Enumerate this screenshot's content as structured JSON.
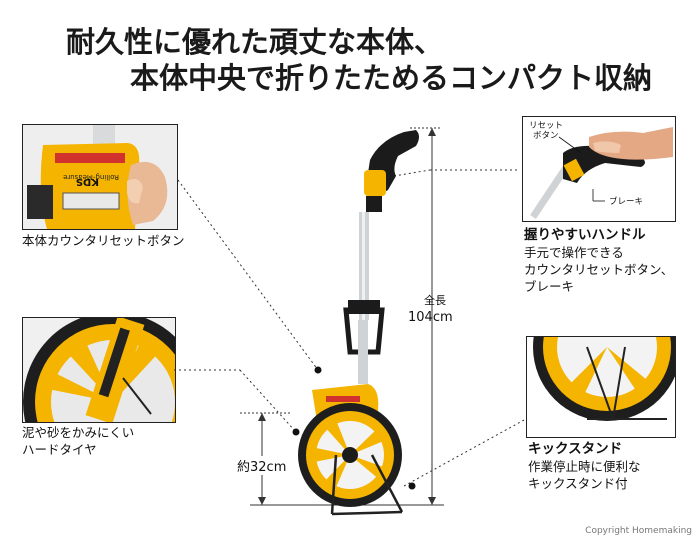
{
  "headline": {
    "line1": "耐久性に優れた頑丈な本体、",
    "line2": "本体中央で折りたためるコンパクト収納"
  },
  "callouts": {
    "counter_reset": {
      "caption": "本体カウンタリセットボタン"
    },
    "tire": {
      "line1": "泥や砂をかみにくい",
      "line2": "ハードタイヤ"
    },
    "handle": {
      "title": "握りやすいハンドル",
      "line1": "手元で操作できる",
      "line2": "カウンタリセットボタン、",
      "line3": "ブレーキ",
      "label_reset_1": "リセット",
      "label_reset_2": "ボタン",
      "label_brake": "ブレーキ"
    },
    "kickstand": {
      "title": "キックスタンド",
      "line1": "作業停止時に便利な",
      "line2": "キックスタンド付"
    }
  },
  "dimensions": {
    "total_label": "全長",
    "total_value": "104cm",
    "wheel_value": "約32cm"
  },
  "device_text": {
    "brand": "KDS",
    "model": "Rolling-Measure"
  },
  "colors": {
    "body_yellow": "#f5b400",
    "handle_black": "#1b1b1b",
    "shaft_silver": "#cfd3d6"
  },
  "copyright": "Copyright  Homemaking"
}
